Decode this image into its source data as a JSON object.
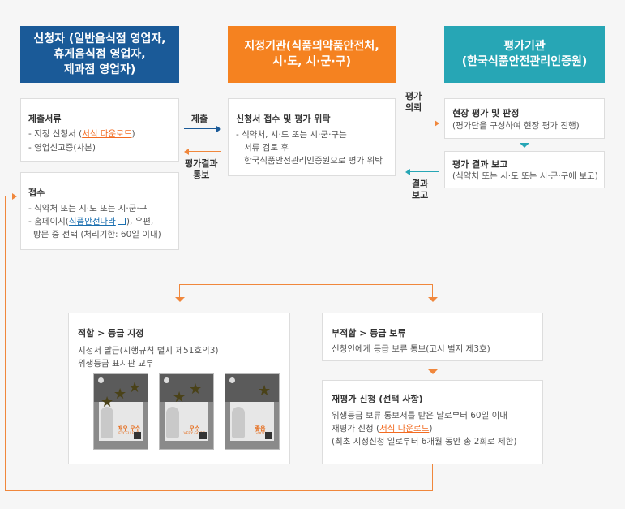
{
  "colors": {
    "applicant": "#1a5a98",
    "agency": "#f58220",
    "evaluator": "#27a6b5",
    "accent": "#f26b21"
  },
  "headers": {
    "applicant": [
      "신청자 (일반음식점 영업자,",
      "휴게음식점 영업자,",
      "제과점 영업자)"
    ],
    "agency": [
      "지정기관(식품의약품안전처,",
      "시·도, 시·군·구)"
    ],
    "evaluator": [
      "평가기관",
      "(한국식품안전관리인증원)"
    ]
  },
  "submit_box": {
    "title": "제출서류",
    "line1_prefix": "- 지정 신청서 (",
    "line1_link": "서식 다운로드",
    "line1_suffix": ")",
    "line2": "- 영업신고증(사본)"
  },
  "receipt_box": {
    "title": "접수",
    "line1": "- 식약처 또는 시·도 또는 시·군·구",
    "line2_prefix": "- 홈페이지(",
    "line2_link": "식품안전나라",
    "line2_suffix": "), 우편,",
    "line3": "방문 중 선택 (처리기한: 60일 이내)"
  },
  "agency_box": {
    "title": "신청서 접수 및 평가 위탁",
    "line1": "- 식약처, 시·도 또는 시·군·구는",
    "line2": "서류 검토 후",
    "line3": "한국식품안전관리인증원으로 평가 위탁"
  },
  "eval_box1": {
    "title": "현장 평가 및 판정",
    "line1": "(평가단을 구성하여 현장 평가 진행)"
  },
  "eval_box2": {
    "title": "평가 결과 보고",
    "line1": "(식약처 또는 시·도 또는 시·군·구에 보고)"
  },
  "arrow_labels": {
    "submit": "제출",
    "result_notice": [
      "평가결과",
      "통보"
    ],
    "eval_request": [
      "평가",
      "의뢰"
    ],
    "result_report": [
      "결과",
      "보고"
    ]
  },
  "pass_box": {
    "title": "적합 > 등급 지정",
    "line1": "지정서 발급(시행규칙 별지 제51호의3)",
    "line2": "위생등급 표지판 교부",
    "plaques": [
      {
        "grade": "매우 우수",
        "grade_en": "EXCELLENT",
        "stars": 3
      },
      {
        "grade": "우수",
        "grade_en": "VERY GOOD",
        "stars": 2
      },
      {
        "grade": "좋음",
        "grade_en": "GOOD",
        "stars": 1
      }
    ]
  },
  "fail_box": {
    "title": "부적합 > 등급 보류",
    "line1": "신청인에게 등급 보류 통보(고시 별지 제3호)"
  },
  "reeval_box": {
    "title": "재평가 신청 (선택 사항)",
    "line1": "위생등급 보류 통보서를 받은 날로부터 60일 이내",
    "line2_prefix": "재평가 신청 (",
    "line2_link": "서식 다운로드",
    "line2_suffix": ")",
    "line3": "(최초 지정신청 일로부터 6개월 동안 총 2회로 제한)"
  }
}
